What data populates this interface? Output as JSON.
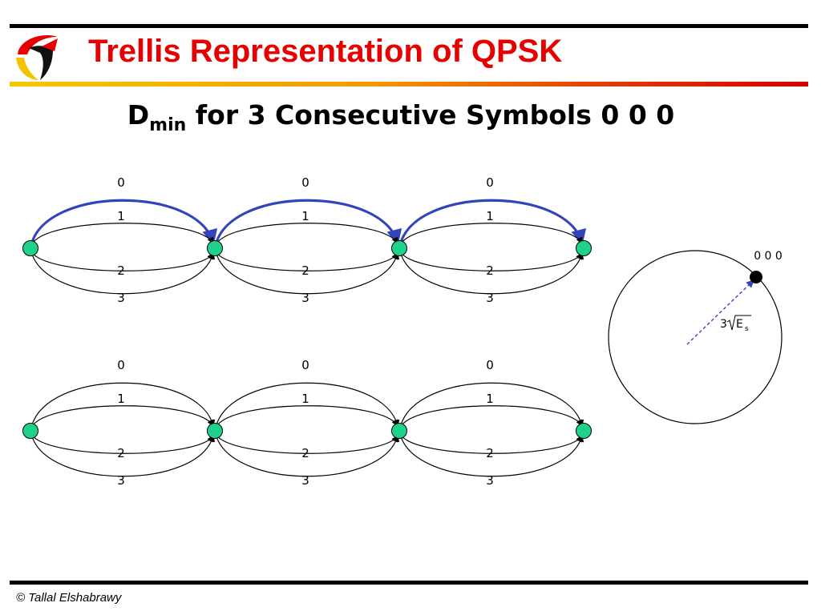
{
  "slide": {
    "title": "Trellis Representation of QPSK",
    "subtitle_main": "D",
    "subtitle_sub": "min",
    "subtitle_rest": " for 3 Consecutive Symbols 0 0 0",
    "footer": "© Tallal Elshabrawy"
  },
  "trellis": {
    "path_labels": [
      "0",
      "1",
      "2",
      "3"
    ],
    "sections_per_row": 3,
    "rows": [
      {
        "highlighted_symbols": [
          "0",
          "0",
          "0"
        ]
      },
      {
        "highlighted_symbols": []
      }
    ],
    "highlight_color": "#3344bb",
    "node_color": "#1ed28c"
  },
  "constellation": {
    "point_label": "0 0 0",
    "distance_coef": "3",
    "distance_symbol": "E",
    "distance_sub": "s",
    "vector_color": "#3344bb"
  },
  "icons": {
    "logo": "university-logo-icon"
  }
}
